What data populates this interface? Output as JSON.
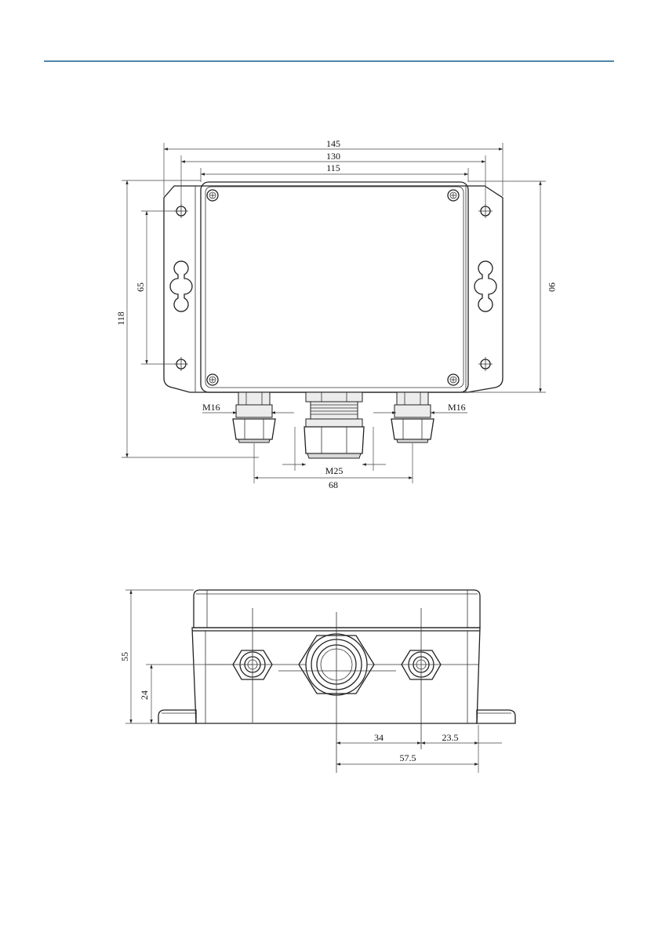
{
  "header": {
    "rule_color": "#1a5e8c"
  },
  "top_view": {
    "dims": {
      "width_overall": "145",
      "width_holes": "130",
      "width_body": "115",
      "height_overall": "118",
      "height_holes": "65",
      "height_body": "90",
      "gland_small_left": "M16",
      "gland_small_right": "M16",
      "gland_large": "M25",
      "gland_spacing": "68"
    }
  },
  "front_view": {
    "dims": {
      "height_overall": "55",
      "height_gland_center": "24",
      "offset_a": "34",
      "offset_b": "23.5",
      "offset_total": "57.5"
    }
  }
}
